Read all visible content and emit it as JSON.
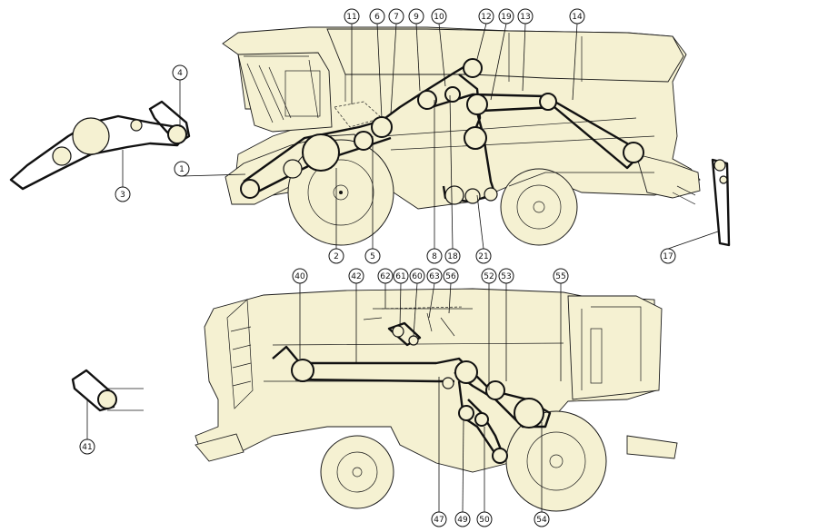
{
  "diagram": {
    "colors": {
      "body_fill": "#f5f1d2",
      "line": "#1a1a1a",
      "belt": "#111111",
      "background": "#ffffff"
    },
    "callouts": [
      {
        "id": "c1",
        "label": "1"
      },
      {
        "id": "c2",
        "label": "2"
      },
      {
        "id": "c3",
        "label": "3"
      },
      {
        "id": "c4",
        "label": "4"
      },
      {
        "id": "c5",
        "label": "5"
      },
      {
        "id": "c6",
        "label": "6"
      },
      {
        "id": "c7",
        "label": "7"
      },
      {
        "id": "c8",
        "label": "8"
      },
      {
        "id": "c9",
        "label": "9"
      },
      {
        "id": "c10",
        "label": "10"
      },
      {
        "id": "c11",
        "label": "11"
      },
      {
        "id": "c12",
        "label": "12"
      },
      {
        "id": "c13",
        "label": "13"
      },
      {
        "id": "c14",
        "label": "14"
      },
      {
        "id": "c17",
        "label": "17"
      },
      {
        "id": "c18",
        "label": "18"
      },
      {
        "id": "c19",
        "label": "19"
      },
      {
        "id": "c21",
        "label": "21"
      },
      {
        "id": "c40",
        "label": "40"
      },
      {
        "id": "c41",
        "label": "41"
      },
      {
        "id": "c42",
        "label": "42"
      },
      {
        "id": "c47",
        "label": "47"
      },
      {
        "id": "c49",
        "label": "49"
      },
      {
        "id": "c50",
        "label": "50"
      },
      {
        "id": "c52",
        "label": "52"
      },
      {
        "id": "c53",
        "label": "53"
      },
      {
        "id": "c54",
        "label": "54"
      },
      {
        "id": "c55",
        "label": "55"
      },
      {
        "id": "c56",
        "label": "56"
      },
      {
        "id": "c60",
        "label": "60"
      },
      {
        "id": "c61",
        "label": "61"
      },
      {
        "id": "c62",
        "label": "62"
      },
      {
        "id": "c63",
        "label": "63"
      }
    ]
  }
}
